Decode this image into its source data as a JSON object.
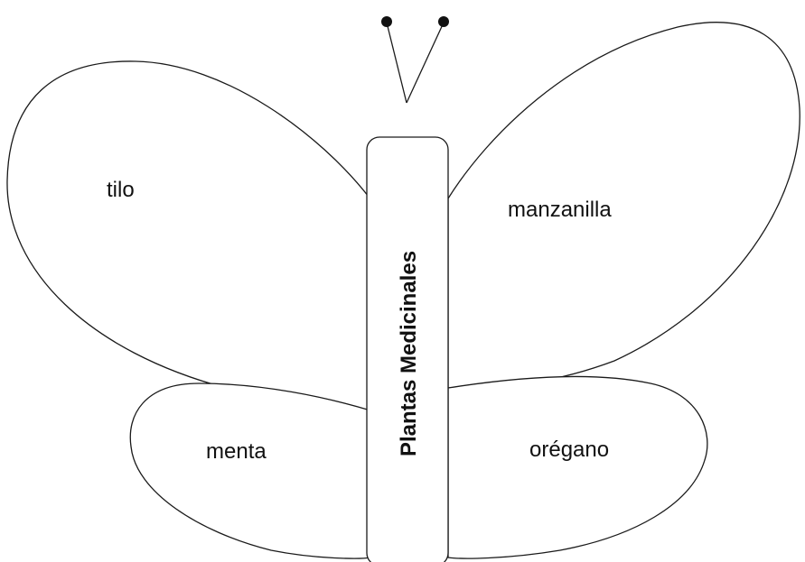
{
  "diagram": {
    "title": "Plantas Medicinales",
    "wings": {
      "upper_left": "tilo",
      "upper_right": "manzanilla",
      "lower_left": "menta",
      "lower_right": "orégano"
    }
  }
}
